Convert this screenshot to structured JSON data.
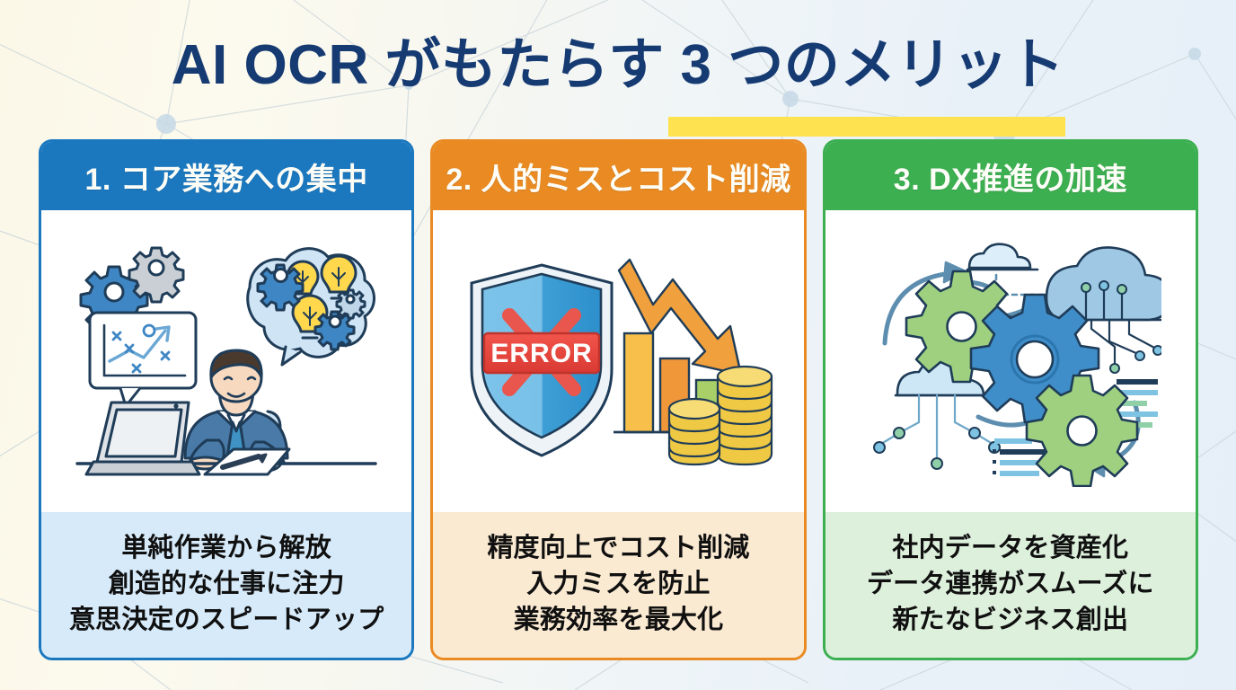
{
  "page": {
    "title_plain": "AI OCR がもたらす 3 つのメリット",
    "title_main": "AI OCR がもたらす 3 つのメリット",
    "background_left_color": "#fbf8e8",
    "background_right_color": "#e6eff8",
    "title_color": "#163a72",
    "highlight_color": "#ffe24f"
  },
  "cards": [
    {
      "id": "core-business-focus",
      "number": "1.",
      "heading": "1. コア業務への集中",
      "accent_color": "#1b78bf",
      "footer_tint": "#d6eaf9",
      "illustration": "businessman-laptop-ideas-illustration",
      "illustration_parts": [
        "gear-icon",
        "chart-speech-bubble-icon",
        "brain-cloud-icon",
        "lightbulb-icon",
        "businessman-avatar",
        "laptop-icon",
        "pen-paper-icon"
      ],
      "footer_lines": [
        "単純作業から解放",
        "創造的な仕事に注力",
        "意思決定のスピードアップ"
      ]
    },
    {
      "id": "human-error-cost-reduction",
      "number": "2.",
      "heading": "2. 人的ミスとコスト削減",
      "accent_color": "#e98a22",
      "footer_tint": "#fbead2",
      "illustration": "shield-error-cost-down-illustration",
      "illustration_parts": [
        "shield-icon",
        "error-banner",
        "cross-mark-icon",
        "down-arrow-icon",
        "bar-chart-icon",
        "coin-stack-icon"
      ],
      "error_badge_text": "ERROR",
      "footer_lines": [
        "精度向上でコスト削減",
        "入力ミスを防止",
        "業務効率を最大化"
      ]
    },
    {
      "id": "dx-acceleration",
      "number": "3.",
      "heading": "3. DX推進の加速",
      "accent_color": "#3caf51",
      "footer_tint": "#ddf0dc",
      "illustration": "gears-cloud-network-illustration",
      "illustration_parts": [
        "gear-icon",
        "cloud-icon",
        "circuit-network-icon",
        "curved-arrow-icon",
        "data-lines-icon"
      ],
      "footer_lines": [
        "社内データを資産化",
        "データ連携がスムーズに",
        "新たなビジネス創出"
      ]
    }
  ]
}
